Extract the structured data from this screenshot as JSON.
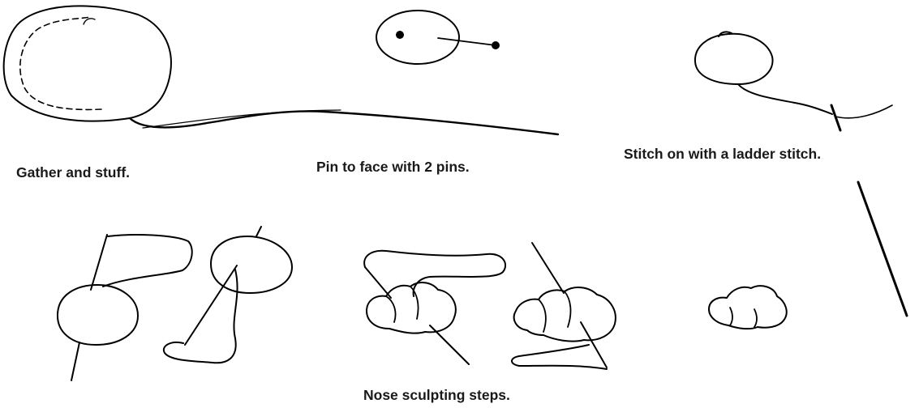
{
  "captions": {
    "gather": "Gather and stuff.",
    "pin": "Pin to face with 2 pins.",
    "ladder": "Stitch on with a ladder stitch.",
    "sculpt": "Nose sculpting steps."
  },
  "colors": {
    "ink": "#000000",
    "text": "#1a1a1a",
    "background": "#ffffff"
  }
}
